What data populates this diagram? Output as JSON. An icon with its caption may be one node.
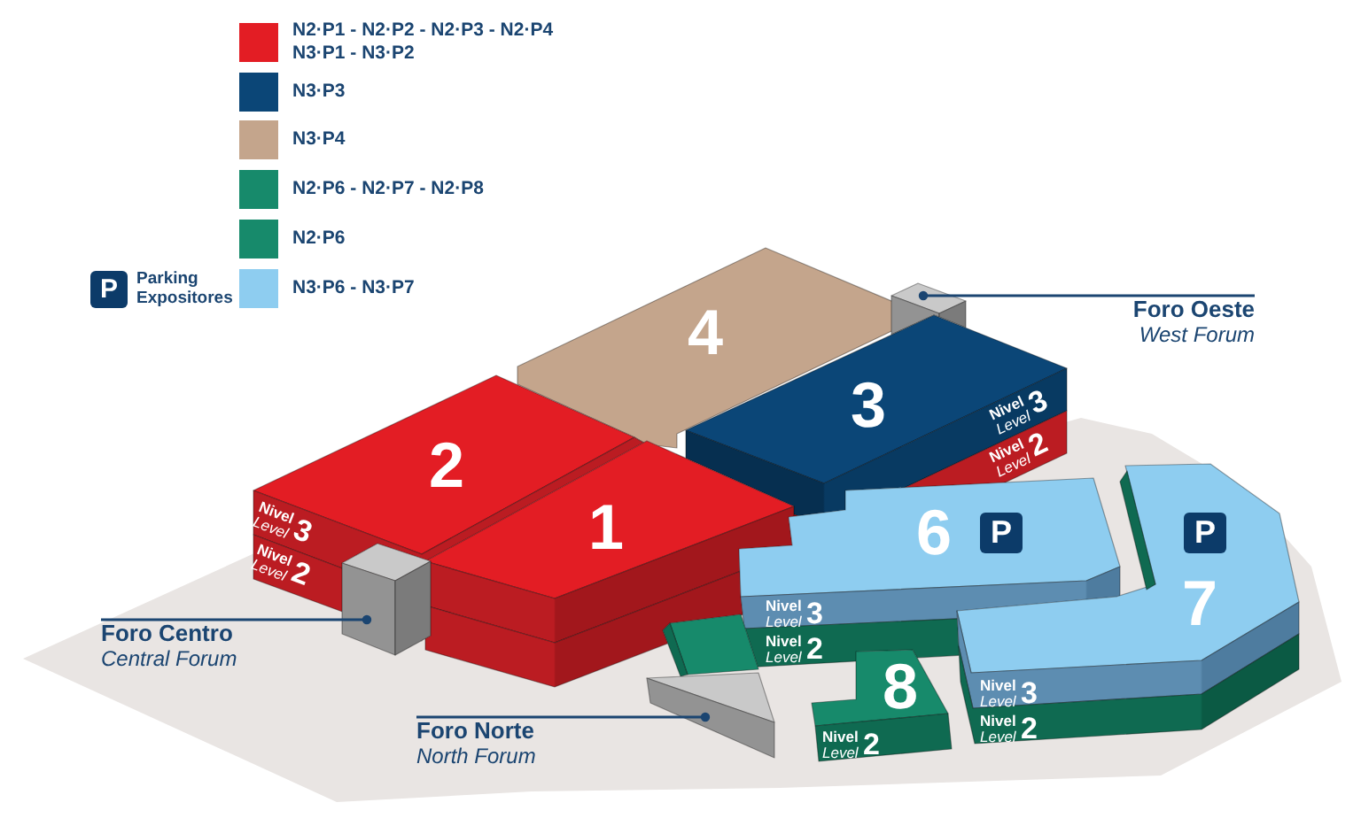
{
  "diagram": {
    "nodes": [
      {
        "text": [
          "4"
        ]
      },
      {
        "text": [],
        "shape": "box"
      },
      {
        "text": [
          "Foro Oeste",
          "West Forum"
        ]
      },
      {
        "text": [
          "2",
          "Nivel",
          "Level",
          "3",
          "Nivel",
          "Level",
          "2"
        ]
      },
      {
        "text": [
          "3",
          "Nivel",
          "Level",
          "3",
          "Nivel",
          "Level",
          "2"
        ]
      },
      {
        "text": [
          "1"
        ]
      },
      {
        "text": [],
        "shape": "box"
      },
      {
        "text": [
          "Foro Centro",
          "Central Forum"
        ]
      },
      {
        "text": [
          "6",
          "P",
          "Nivel",
          "Level",
          "3",
          "Nivel",
          "Level",
          "2"
        ]
      },
      {
        "text": [
          "P",
          "7",
          "Nivel",
          "Level",
          "3",
          "Nivel",
          "Level",
          "2"
        ]
      },
      {
        "text": [],
        "shape": "box"
      },
      {
        "text": [],
        "shape": "box"
      },
      {
        "text": [
          "Foro Norte",
          "North Forum"
        ]
      },
      {
        "text": [
          "8",
          "Nivel",
          "Level",
          "2"
        ]
      }
    ],
    "edges": [
      {
        "from": 2,
        "to": 1,
        "arrow": "other"
      },
      {
        "from": 7,
        "to": 6,
        "arrow": "other"
      },
      {
        "from": 12,
        "to": 11,
        "arrow": "other"
      }
    ],
    "labels": [
      "P",
      "Parking Expositores"
    ],
    "legend": [
      {
        "text": "N2·P1 - N2·P2 - N2·P3 - N2·P4 N3·P1 - N3·P2",
        "color": "#e31d24"
      },
      {
        "text": "N3·P3",
        "color": "#0b4677"
      },
      {
        "text": "N3·P4",
        "color": "#c4a58c"
      },
      {
        "text": "N2·P6 - N2·P7 - N2·P8",
        "color": "#178a6b"
      },
      {
        "text": "N2·P6",
        "color": "#178a6b"
      },
      {
        "text": "N3·P6 - N3·P7",
        "color": "#8ecdf0"
      }
    ]
  }
}
